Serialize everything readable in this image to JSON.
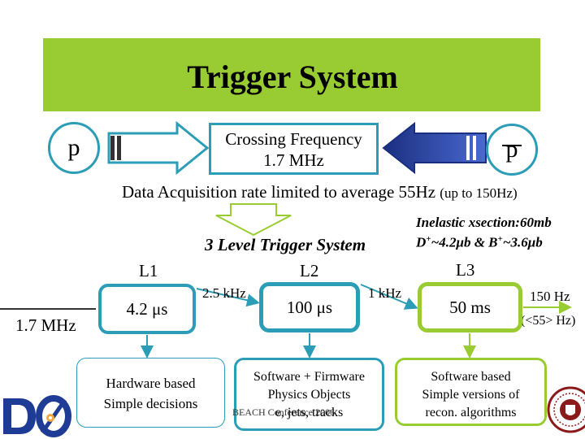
{
  "title": "Trigger System",
  "proton_left": "p",
  "proton_right": "p",
  "crossing": {
    "line1": "Crossing Frequency",
    "line2": "1.7 MHz"
  },
  "daq": {
    "main": "Data Acquisition rate limited to average 55Hz",
    "note": "(up to 150Hz)"
  },
  "level_system_title": "3 Level Trigger System",
  "cross_section": {
    "line1": "Inelastic xsection:60mb",
    "line2_pre": "D",
    "line2_sup1": "+",
    "line2_mid": "~4.2μb & B",
    "line2_sup2": "+",
    "line2_post": "~3.6μb"
  },
  "levels": {
    "l1": {
      "label": "L1",
      "latency": "4.2 μs",
      "desc_line1": "Hardware based",
      "desc_line2": "Simple decisions"
    },
    "l2": {
      "label": "L2",
      "latency": "100 μs",
      "desc_line1": "Software + Firmware",
      "desc_line2": "Physics Objects",
      "desc_line3": "e, jets, tracks"
    },
    "l3": {
      "label": "L3",
      "latency": "50 ms",
      "desc_line1": "Software based",
      "desc_line2": "Simple versions of",
      "desc_line3": "recon. algorithms"
    }
  },
  "rates": {
    "input": "1.7 MHz",
    "after_l1": "2.5 kHz",
    "after_l2": "1 kHz",
    "output": "150 Hz",
    "output_avg": "(<55> Hz)"
  },
  "footer": "BEACH Conference 2006",
  "logo_text": "DØ",
  "colors": {
    "title_band": "#99cc33",
    "teal": "#2c9db6",
    "green": "#99cc33",
    "navy": "#1e3c96",
    "maroon": "#8b1a1a"
  }
}
